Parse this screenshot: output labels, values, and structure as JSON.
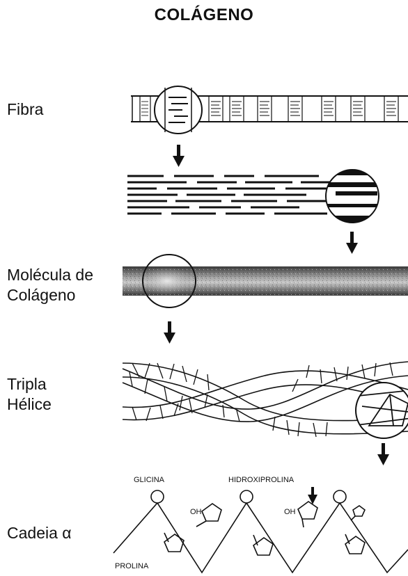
{
  "title": "COLÁGENO",
  "labels": {
    "fiber": "Fibra",
    "molecule_line1": "Molécula de",
    "molecule_line2": "Colágeno",
    "helix_line1": "Tripla",
    "helix_line2": "Hélice",
    "chain": "Cadeia α"
  },
  "chain_labels": {
    "glycine": "GLICINA",
    "hydroxyproline": "HIDROXIPROLINA",
    "oh_1": "OH",
    "oh_2": "OH",
    "proline": "PROLINA"
  }
}
